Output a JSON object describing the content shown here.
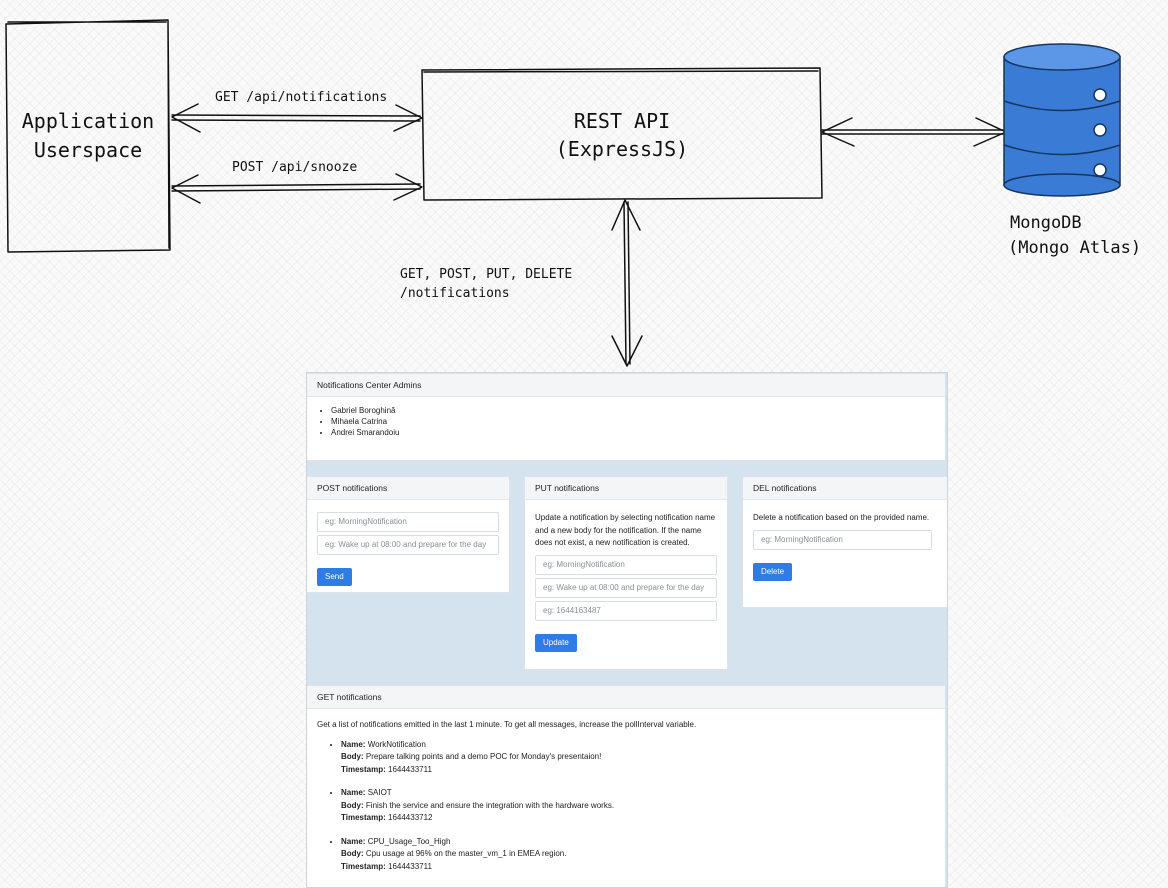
{
  "diagram": {
    "app_box": {
      "line1": "Application",
      "line2": "Userspace"
    },
    "api_box": {
      "line1": "REST API",
      "line2": "(ExpressJS)"
    },
    "db": {
      "line1": "MongoDB",
      "line2": "(Mongo Atlas)",
      "color": "#3a7bd5"
    },
    "edges": {
      "get_notifications": "GET /api/notifications",
      "post_snooze": "POST /api/snooze",
      "admin_line1": "GET, POST, PUT, DELETE",
      "admin_line2": "/notifications"
    }
  },
  "admin_page": {
    "admins_card": {
      "title": "Notifications Center Admins",
      "admins": [
        "Gabriel Boroghină",
        "Mihaela Catrina",
        "Andrei Smarandoiu"
      ]
    },
    "post_card": {
      "title": "POST notifications",
      "name_placeholder": "eg: MorningNotification",
      "body_placeholder": "eg: Wake up at 08:00 and prepare for the day",
      "button": "Send"
    },
    "put_card": {
      "title": "PUT notifications",
      "description": "Update a notification by selecting notification name and a new body for the notification. If the name does not exist, a new notification is created.",
      "name_placeholder": "eg: MorningNotification",
      "body_placeholder": "eg: Wake up at 08:00 and prepare for the day",
      "timestamp_placeholder": "eg: 1644163487",
      "button": "Update"
    },
    "del_card": {
      "title": "DEL notifications",
      "description": "Delete a notification based on the provided name.",
      "name_placeholder": "eg: MorningNotification",
      "button": "Delete"
    },
    "get_card": {
      "title": "GET notifications",
      "description": "Get a list of notifications emitted in the last 1 minute. To get all messages, increase the pollInterval variable.",
      "labels": {
        "name": "Name:",
        "body": "Body:",
        "timestamp": "Timestamp:"
      },
      "notifications": [
        {
          "name": "WorkNotification",
          "body": "Prepare talking points and a demo POC for Monday's presentaion!",
          "timestamp": "1644433711"
        },
        {
          "name": "SAIOT",
          "body": "Finish the service and ensure the integration with the hardware works.",
          "timestamp": "1644433712"
        },
        {
          "name": "CPU_Usage_Too_High",
          "body": "Cpu usage at 96% on the master_vm_1 in EMEA region.",
          "timestamp": "1644433711"
        }
      ]
    }
  }
}
